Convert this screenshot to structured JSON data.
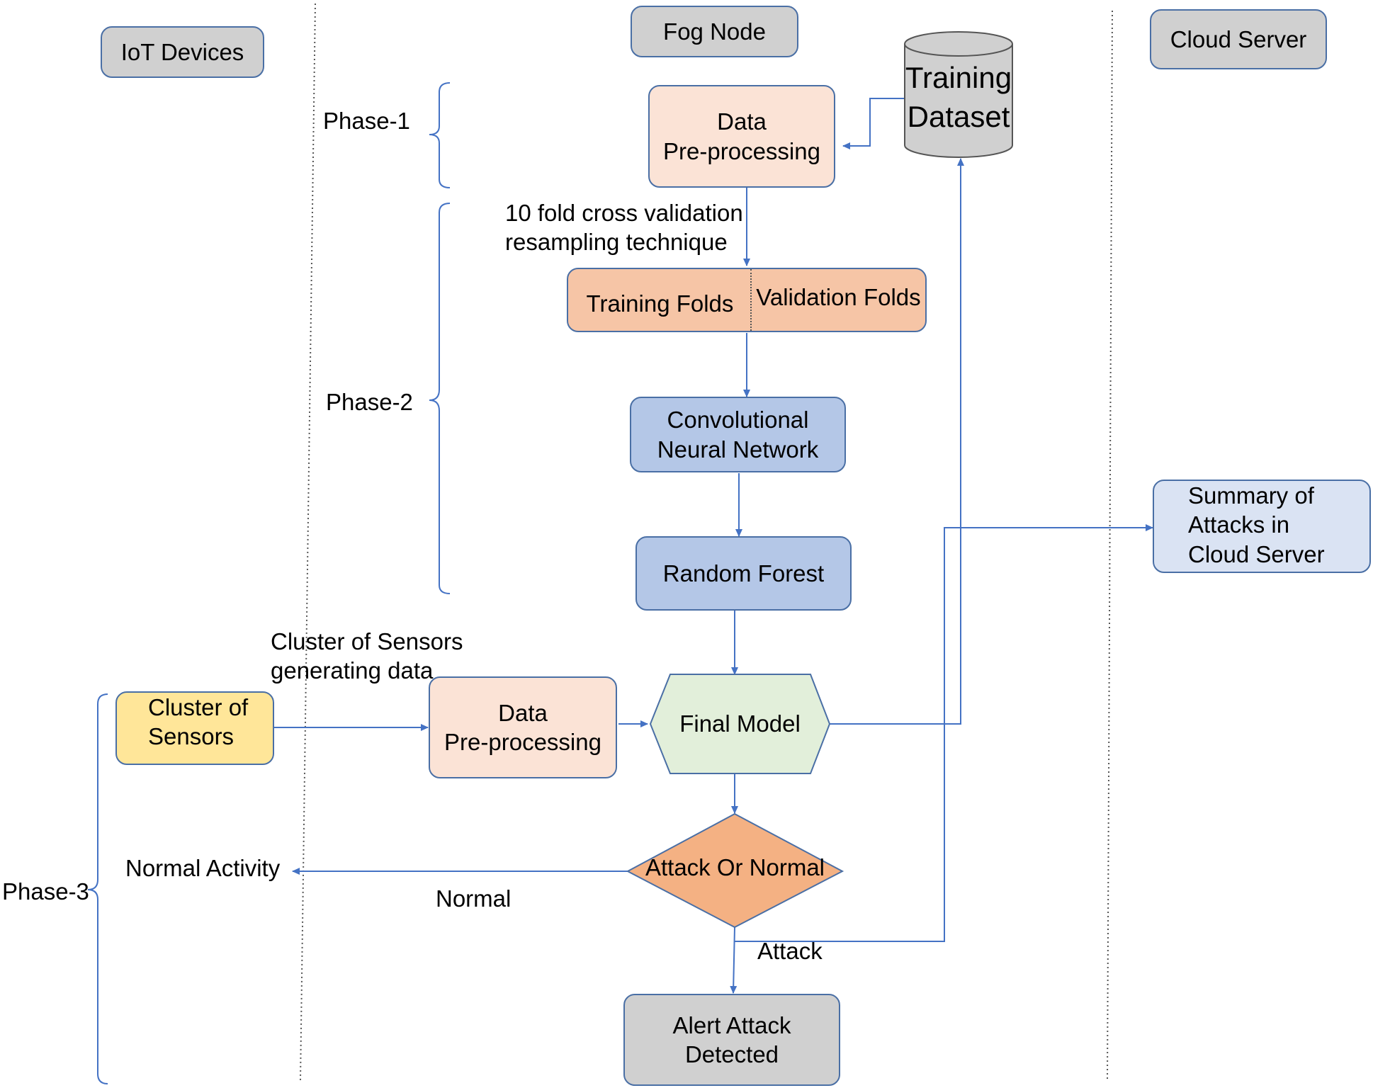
{
  "lanes": {
    "iot": "IoT Devices",
    "fog": "Fog Node",
    "cloud": "Cloud Server"
  },
  "phases": {
    "p1": "Phase-1",
    "p2": "Phase-2",
    "p3": "Phase-3"
  },
  "nodes": {
    "training_dataset": [
      "Training",
      "Dataset"
    ],
    "data_preprocessing_1": [
      "Data",
      "Pre-processing"
    ],
    "cv_note": [
      "10 fold cross validation",
      "resampling technique"
    ],
    "training_folds": "Training Folds",
    "validation_folds": "Validation Folds",
    "cnn": [
      "Convolutional",
      "Neural Network"
    ],
    "random_forest": "Random Forest",
    "sensor_note": [
      "Cluster of Sensors",
      "generating data"
    ],
    "cluster_sensors": [
      "Cluster of",
      "Sensors"
    ],
    "data_preprocessing_2": [
      "Data",
      "Pre-processing"
    ],
    "final_model": "Final Model",
    "attack_or_normal": "Attack Or Normal",
    "normal_activity": "Normal Activity",
    "normal_edge": "Normal",
    "attack_edge": "Attack",
    "alert": "Alert Attack Detected",
    "summary": [
      "Summary of",
      "Attacks in",
      "Cloud Server"
    ]
  },
  "colors": {
    "line": "#4472c4",
    "box_border": "#4a6fa5",
    "gray": "#d0d0d0",
    "peach": "#fbe3d6",
    "orange": "#f6c5a6",
    "blue": "#b4c7e7",
    "light_blue": "#dae3f3",
    "yellow": "#ffe699",
    "final_model": "#e2efda",
    "diamond": "#f4b183"
  }
}
